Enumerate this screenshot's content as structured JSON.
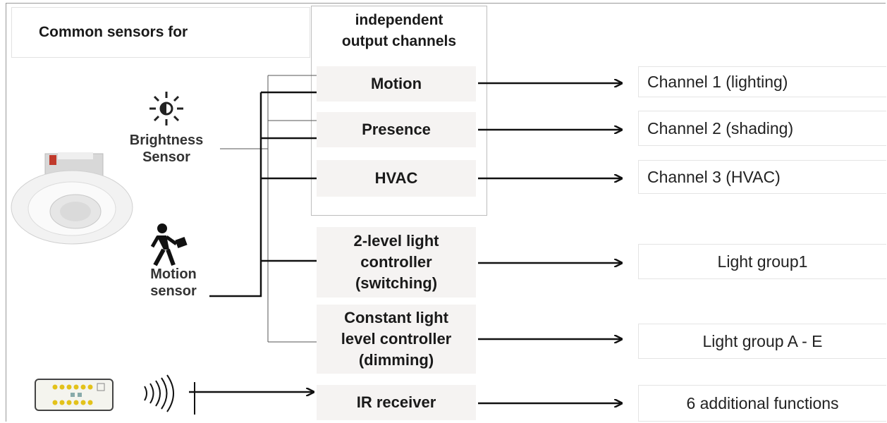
{
  "header": {
    "common_title": "Common sensors  for",
    "independent_title_line1": "independent",
    "independent_title_line2": "output channels"
  },
  "sensors": {
    "brightness_line1": "Brightness",
    "brightness_line2": "Sensor",
    "motion_line1": "Motion",
    "motion_line2": "sensor"
  },
  "functions": [
    {
      "lines": [
        "Motion"
      ]
    },
    {
      "lines": [
        "Presence"
      ]
    },
    {
      "lines": [
        "HVAC"
      ]
    },
    {
      "lines": [
        "2-level light",
        "controller",
        "(switching)"
      ]
    },
    {
      "lines": [
        "Constant light",
        "level controller",
        "(dimming)"
      ]
    },
    {
      "lines": [
        "IR receiver"
      ]
    }
  ],
  "outputs": [
    {
      "label": "Channel 1 (lighting)"
    },
    {
      "label": "Channel 2 (shading)"
    },
    {
      "label": "Channel 3 (HVAC)"
    },
    {
      "label": "Light group1"
    },
    {
      "label": "Light group A - E"
    },
    {
      "label": "6 additional functions"
    }
  ],
  "icons": {
    "brightness": "sun-icon",
    "motion": "walking-person-icon",
    "ceiling_sensor": "ceiling-sensor-device",
    "remote": "ir-remote-control-icon",
    "ir_waves": "ir-waves-icon"
  },
  "colors": {
    "function_bg": "#f5f3f2",
    "line": "#111111",
    "remote_button": "#e3c21a"
  }
}
